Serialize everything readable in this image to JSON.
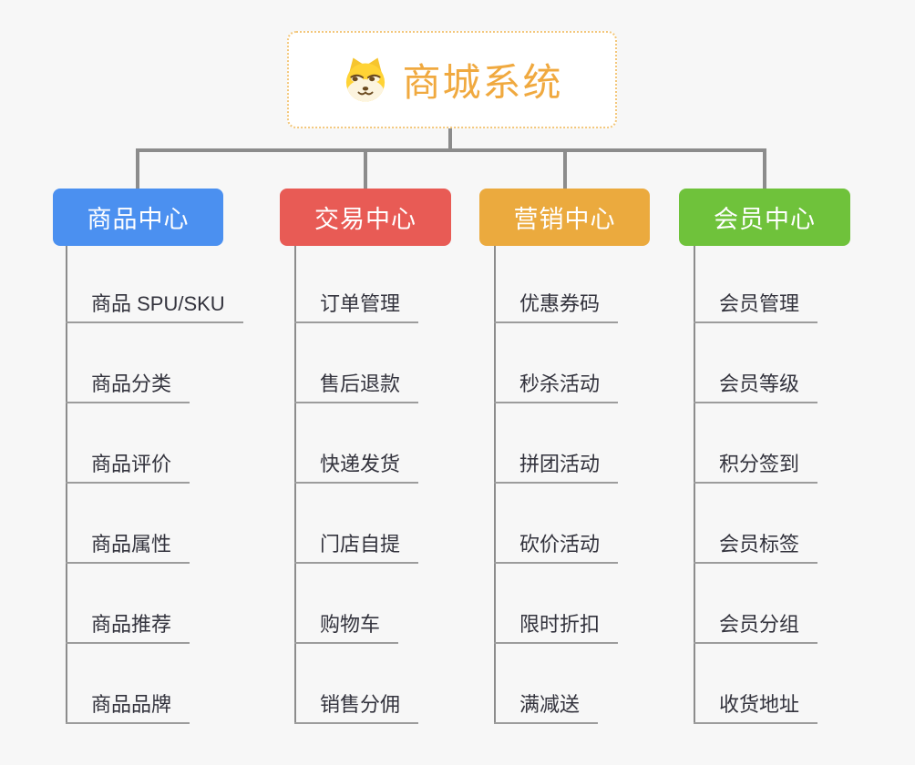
{
  "root": {
    "title": "商城系统",
    "icon": "doge-face-icon",
    "accent_color": "#F0A93F",
    "border_color": "#F3C77B"
  },
  "colors": {
    "background": "#F7F7F7",
    "connector_line": "#8C8C8C",
    "leaf_underline": "#9C9C9C",
    "leaf_text": "#33333D"
  },
  "branches": [
    {
      "label": "商品中心",
      "color": "#4B90F0",
      "children": [
        "商品 SPU/SKU",
        "商品分类",
        "商品评价",
        "商品属性",
        "商品推荐",
        "商品品牌"
      ]
    },
    {
      "label": "交易中心",
      "color": "#E85B55",
      "children": [
        "订单管理",
        "售后退款",
        "快递发货",
        "门店自提",
        "购物车",
        "销售分佣"
      ]
    },
    {
      "label": "营销中心",
      "color": "#EBAA3E",
      "children": [
        "优惠券码",
        "秒杀活动",
        "拼团活动",
        "砍价活动",
        "限时折扣",
        "满减送"
      ]
    },
    {
      "label": "会员中心",
      "color": "#6FC23B",
      "children": [
        "会员管理",
        "会员等级",
        "积分签到",
        "会员标签",
        "会员分组",
        "收货地址"
      ]
    }
  ]
}
